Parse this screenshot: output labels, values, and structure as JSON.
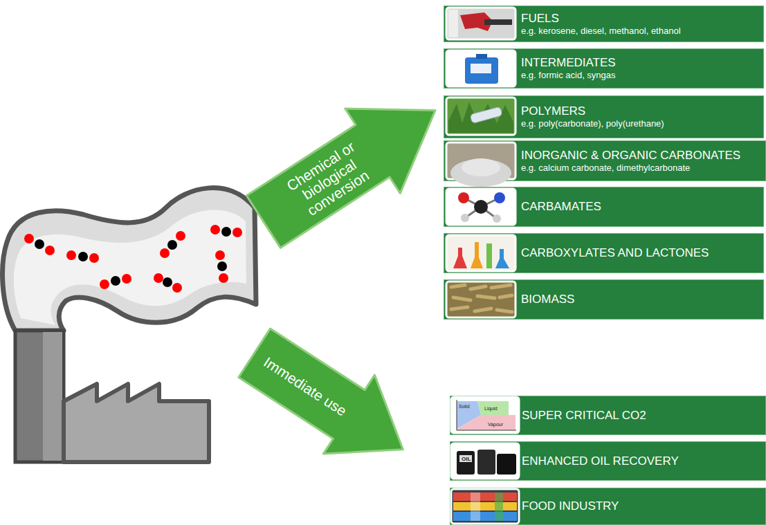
{
  "diagram": {
    "nodes": [
      {
        "text": [
          "Chemical or biological conversion"
        ]
      },
      {
        "text": [
          "FUELS",
          "e.g. kerosene, diesel, methanol, ethanol"
        ]
      },
      {
        "text": [
          "INTERMEDIATES",
          "e.g. formic acid, syngas"
        ]
      },
      {
        "text": [
          "POLYMERS",
          "e.g. poly(carbonate), poly(urethane)"
        ]
      },
      {
        "text": [
          "INORGANIC & ORGANIC CARBONATES",
          "e.g.  calcium carbonate, dimethylcarbonate"
        ]
      },
      {
        "text": [
          "CARBAMATES"
        ]
      },
      {
        "text": [
          "CARBOXYLATES AND LACTONES"
        ]
      },
      {
        "text": [
          "BIOMASS"
        ]
      },
      {
        "text": [
          "Immediate use"
        ]
      },
      {
        "text": [
          "SUPER CRITICAL CO2"
        ]
      },
      {
        "text": [
          "ENHANCED OIL RECOVERY"
        ]
      },
      {
        "text": [
          "FOOD INDUSTRY"
        ]
      }
    ],
    "labels": [
      "Solid",
      "Liquid",
      "Vapour",
      "OIL"
    ]
  }
}
